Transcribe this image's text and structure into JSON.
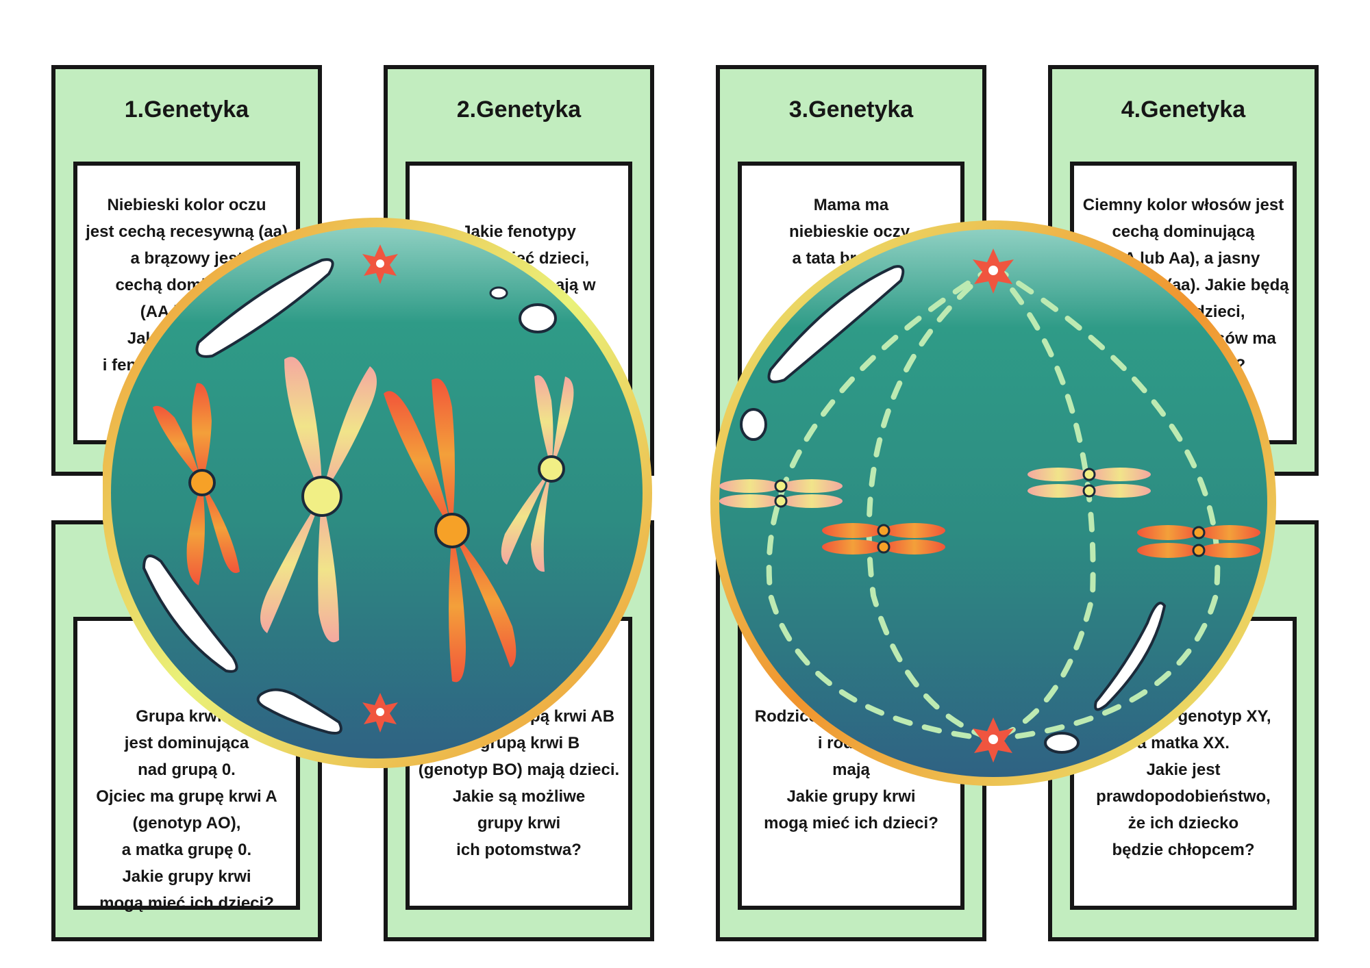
{
  "cards": [
    {
      "title": "1.Genetyka",
      "text": "Niebieski kolor oczu\njest cechą recesywną (aa)\na brązowy jest\ncechą dominującą\n(AA lub Aa).\nJakie genotypy\ni fenotypy mogą mieć\nrodzice?"
    },
    {
      "title": "2.Genetyka",
      "text": "\nJakie fenotypy\nmogą mieć dzieci,\njeśli rodzice mają w\n..."
    },
    {
      "title": "3.Genetyka",
      "text": "Mama ma\nniebieskie oczy,\na tata brązowe.\n\nJakie\n..."
    },
    {
      "title": "4.Genetyka",
      "text": "Ciemny kolor włosów jest\ncechą dominującą\n(AA lub Aa), a jasny\nrecesywną (aa). Jakie będą\nfenotypy dzieci,\nkiedy ojciec włosów ma\nAa, a matka aa?"
    },
    {
      "title": "",
      "text": "Grupa krwi A\njest dominująca\nnad grupą 0.\nOjciec ma grupę krwi A\n(genotyp AO),\na matka grupę 0.\nJakie grupy krwi\nmogą mieć ich dzieci?"
    },
    {
      "title": "",
      "text": "Rodzice z grupą krwi AB\ni z grupą krwi B\n(genotyp BO) mają dzieci.\nJakie są możliwe\ngrupy krwi\nich potomstwa?"
    },
    {
      "title": "",
      "text": "Rodzice mają grupy krwi\ni rodzice\nmają\nJakie grupy krwi\nmogą mieć ich dzieci?"
    },
    {
      "title": "",
      "text": "Ojciec ma genotyp XY,\na matka XX.\nJakie jest\nprawdopodobieństwo,\nże ich dziecko\nbędzie chłopcem?"
    }
  ],
  "colors": {
    "card_bg": "#c2edbf",
    "card_border": "#161616",
    "cell_top": "#2f9b87",
    "cell_bottom": "#2f6283",
    "rim_orange": "#f0942e",
    "rim_yellow": "#e9f27a",
    "chromosome_red": "#f2553a",
    "chromosome_pink": "#f4a8a0",
    "centromere_yellow": "#f1ef85",
    "spindle_green": "#bdeab2",
    "centriole_red": "#f0553f"
  }
}
